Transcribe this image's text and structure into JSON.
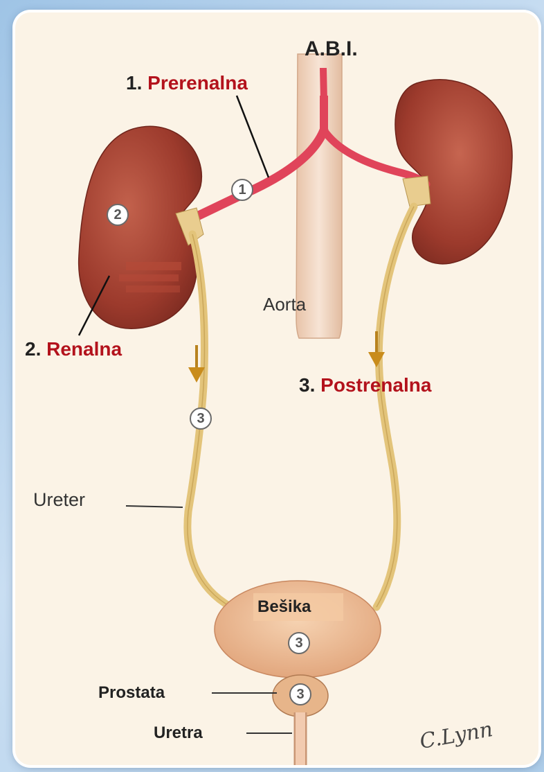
{
  "title": "A.B.I.",
  "labels": {
    "prerenal_num": "1.",
    "prerenal": "Prerenalna",
    "renal_num": "2.",
    "renal": "Renalna",
    "postrenal_num": "3.",
    "postrenal": "Postrenalna",
    "aorta": "Aorta",
    "ureter": "Ureter",
    "besika": "Bešika",
    "prostata": "Prostata",
    "uretra": "Uretra",
    "signature": "C.Lynn"
  },
  "badges": {
    "b1": "1",
    "b2": "2",
    "b3_ureter": "3",
    "b3_bladder": "3",
    "b3_prostate": "3"
  },
  "colors": {
    "kidney": "#9c3a2c",
    "artery": "#e0445a",
    "aorta": "#f1d6c2",
    "ureter": "#e3c47a",
    "bladder": "#f0c29c",
    "label_red": "#b3121c"
  }
}
